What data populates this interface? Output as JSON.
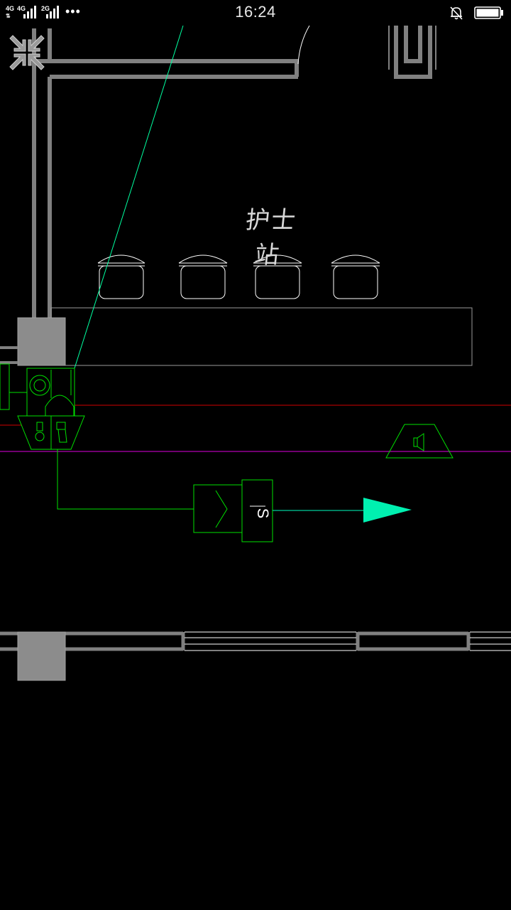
{
  "status_bar": {
    "network_1": "4G",
    "network_2": "4G",
    "network_3": "2G",
    "time": "16:24",
    "overflow": "•••",
    "icons": [
      "signal-icon",
      "bell-muted-icon",
      "battery-icon"
    ]
  },
  "drawing": {
    "room_label": "护士站",
    "colors": {
      "wall": "#808080",
      "line_white": "#ffffff",
      "equipment_green": "#00ff00",
      "cyan_line": "#00ffb0",
      "red_line": "#ff0000",
      "magenta_line": "#ff00ff",
      "arrow_fill": "#00f0b0"
    }
  },
  "controls": {
    "exit_fullscreen_icon": "exit-fullscreen-icon"
  }
}
